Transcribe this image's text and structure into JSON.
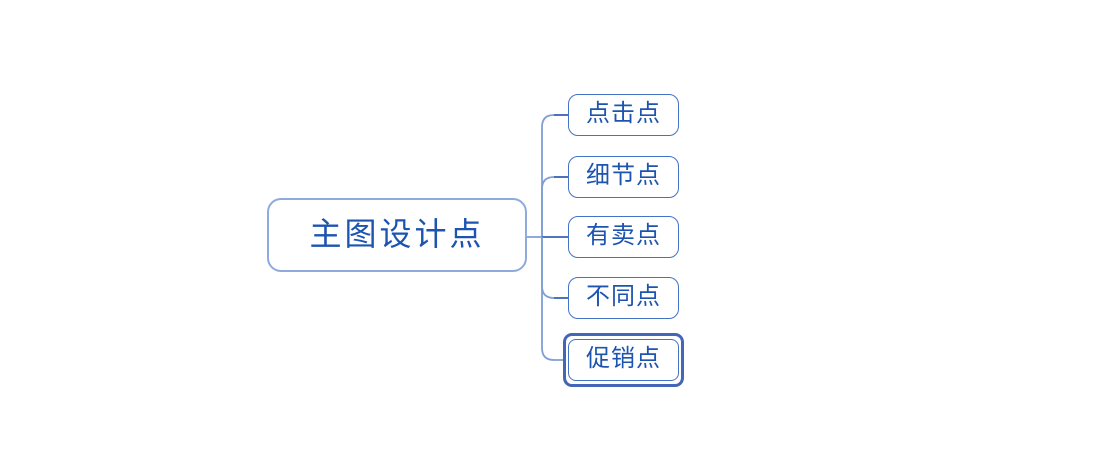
{
  "diagram": {
    "type": "mindmap",
    "root": {
      "label": "主图设计点"
    },
    "children": [
      {
        "label": "点击点",
        "selected": false
      },
      {
        "label": "细节点",
        "selected": false
      },
      {
        "label": "有卖点",
        "selected": false
      },
      {
        "label": "不同点",
        "selected": false
      },
      {
        "label": "促销点",
        "selected": true
      }
    ]
  },
  "colors": {
    "background": "#FFFFFF",
    "root_border": "#8FAADC",
    "child_border": "#4472C4",
    "text": "#1D54B0",
    "connector_light": "#7F9FD6",
    "connector_dark": "#3A63B0",
    "selection_border": "#4565B6"
  }
}
